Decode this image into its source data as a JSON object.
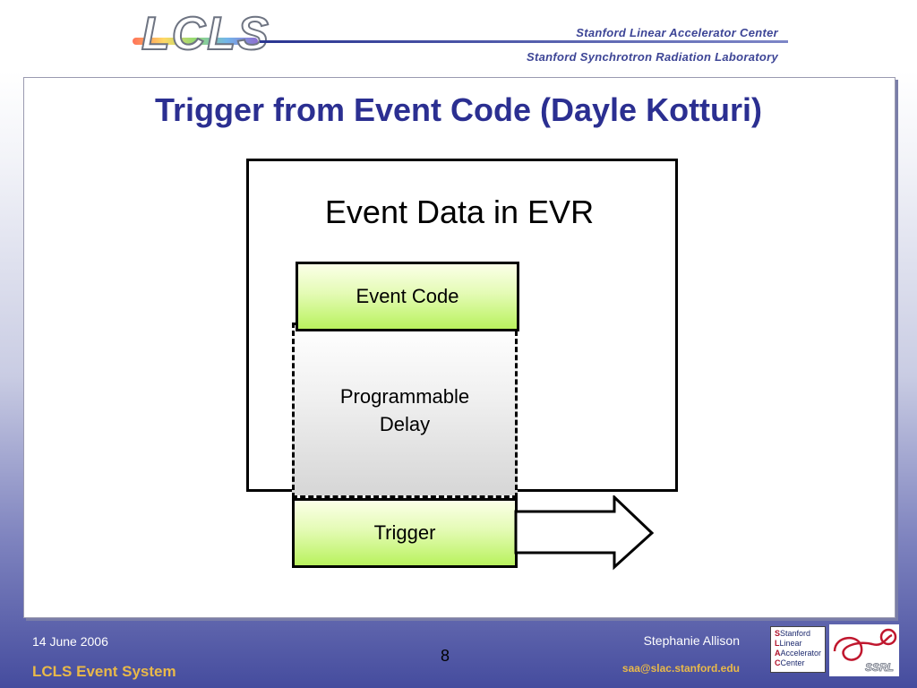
{
  "header": {
    "logo_text": "LCLS",
    "org_line1": "Stanford Linear Accelerator Center",
    "org_line2": "Stanford Synchrotron Radiation Laboratory"
  },
  "slide": {
    "title": "Trigger from Event Code (Dayle Kotturi)",
    "diagram": {
      "container_label": "Event Data in EVR",
      "event_code_label": "Event Code",
      "delay_label_line1": "Programmable",
      "delay_label_line2": "Delay",
      "trigger_label": "Trigger"
    }
  },
  "footer": {
    "date": "14 June 2006",
    "presentation_title": "LCLS Event System",
    "page_number": "8",
    "author": "Stephanie Allison",
    "email": "saa@slac.stanford.edu",
    "slac_logo_lines": [
      "Stanford",
      "Linear",
      "Accelerator",
      "Center"
    ],
    "ssrl_logo_text": "SSRL"
  },
  "colors": {
    "title": "#2b2f91",
    "footer_accent": "#e9b949",
    "box_fill_green": "#b9f25e"
  }
}
